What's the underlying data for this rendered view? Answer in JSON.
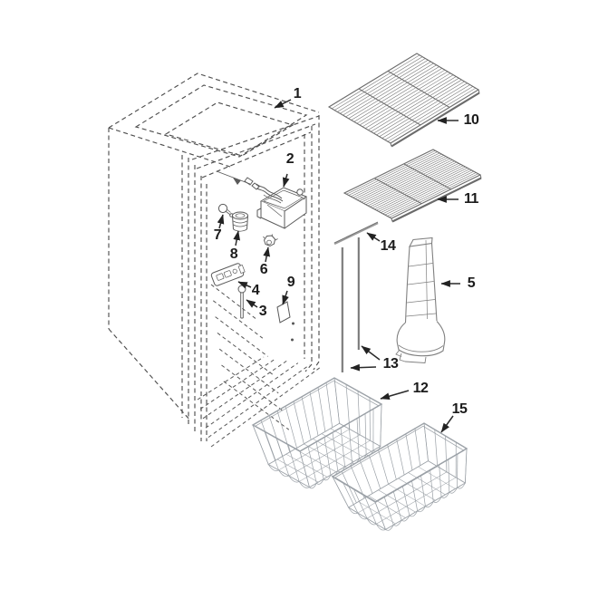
{
  "figure": {
    "kind": "appliance exploded parts diagram",
    "background_color": "#ffffff",
    "line_color": "#4f4f4f",
    "part_line_color": "#5a5a5a",
    "light_line_color": "#9ba1a7",
    "label_color": "#1b1b1b",
    "callouts": [
      {
        "id": 1,
        "label": "1"
      },
      {
        "id": 2,
        "label": "2"
      },
      {
        "id": 3,
        "label": "3"
      },
      {
        "id": 4,
        "label": "4"
      },
      {
        "id": 5,
        "label": "5"
      },
      {
        "id": 6,
        "label": "6"
      },
      {
        "id": 7,
        "label": "7"
      },
      {
        "id": 8,
        "label": "8"
      },
      {
        "id": 9,
        "label": "9"
      },
      {
        "id": 10,
        "label": "10"
      },
      {
        "id": 11,
        "label": "11"
      },
      {
        "id": 12,
        "label": "12"
      },
      {
        "id": 13,
        "label": "13"
      },
      {
        "id": 14,
        "label": "14"
      },
      {
        "id": 15,
        "label": "15"
      }
    ]
  }
}
